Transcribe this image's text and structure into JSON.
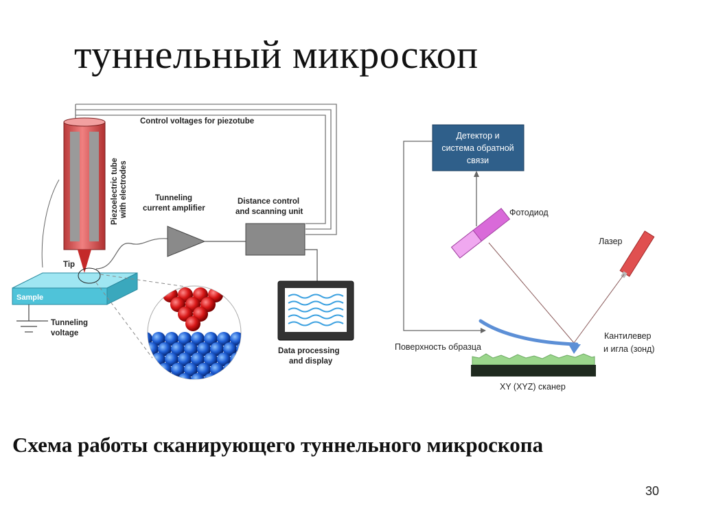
{
  "slide": {
    "title": "туннельный микроскоп",
    "caption": "Схема работы сканирующего туннельного микроскопа",
    "page_number": "30"
  },
  "stm_diagram": {
    "control_voltages": "Control voltages for piezotube",
    "piezo_label_line1": "Piezoelectric tube",
    "piezo_label_line2": "with electrodes",
    "amplifier_line1": "Tunneling",
    "amplifier_line2": "current amplifier",
    "distance_line1": "Distance control",
    "distance_line2": "and scanning unit",
    "tip": "Tip",
    "sample": "Sample",
    "tunneling_voltage_line1": "Tunneling",
    "tunneling_voltage_line2": "voltage",
    "data_processing_line1": "Data processing",
    "data_processing_line2": "and display"
  },
  "afm_diagram": {
    "detector_line1": "Детектор и",
    "detector_line2": "система обратной",
    "detector_line3": "связи",
    "photodiode": "Фотодиод",
    "laser": "Лазер",
    "cantilever_line1": "Кантилевер",
    "cantilever_line2": "и игла (зонд)",
    "sample_surface": "Поверхность образца",
    "scanner": "XY (XYZ) сканер"
  },
  "colors": {
    "piezo_red": "#d9534f",
    "sample_cyan": "#4fc3d9",
    "detector_navy": "#2f5f8a",
    "photodiode_magenta": "#d96ad9",
    "laser_red": "#e05050",
    "surface_green": "#9bd68c"
  }
}
